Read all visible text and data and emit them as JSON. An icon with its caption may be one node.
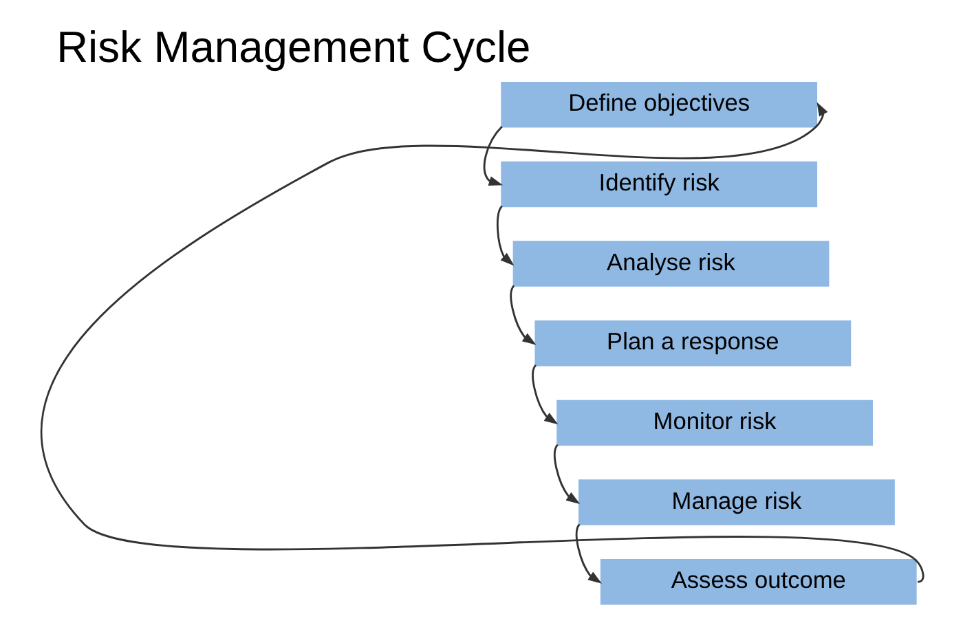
{
  "diagram": {
    "title": "Risk Management Cycle",
    "nodes": [
      {
        "text": [
          "Define objectives"
        ]
      },
      {
        "text": [
          "Identify risk"
        ]
      },
      {
        "text": [
          "Analyse risk"
        ]
      },
      {
        "text": [
          "Plan a response"
        ]
      },
      {
        "text": [
          "Monitor risk"
        ]
      },
      {
        "text": [
          "Manage risk"
        ]
      },
      {
        "text": [
          "Assess outcome"
        ]
      }
    ],
    "edges": [
      {
        "from": 0,
        "to": 1,
        "arrow": "to"
      },
      {
        "from": 1,
        "to": 2,
        "arrow": "to"
      },
      {
        "from": 2,
        "to": 3,
        "arrow": "to"
      },
      {
        "from": 3,
        "to": 4,
        "arrow": "to"
      },
      {
        "from": 4,
        "to": 5,
        "arrow": "to"
      },
      {
        "from": 5,
        "to": 6,
        "arrow": "to"
      },
      {
        "from": 6,
        "to": 0,
        "arrow": "to"
      }
    ]
  }
}
